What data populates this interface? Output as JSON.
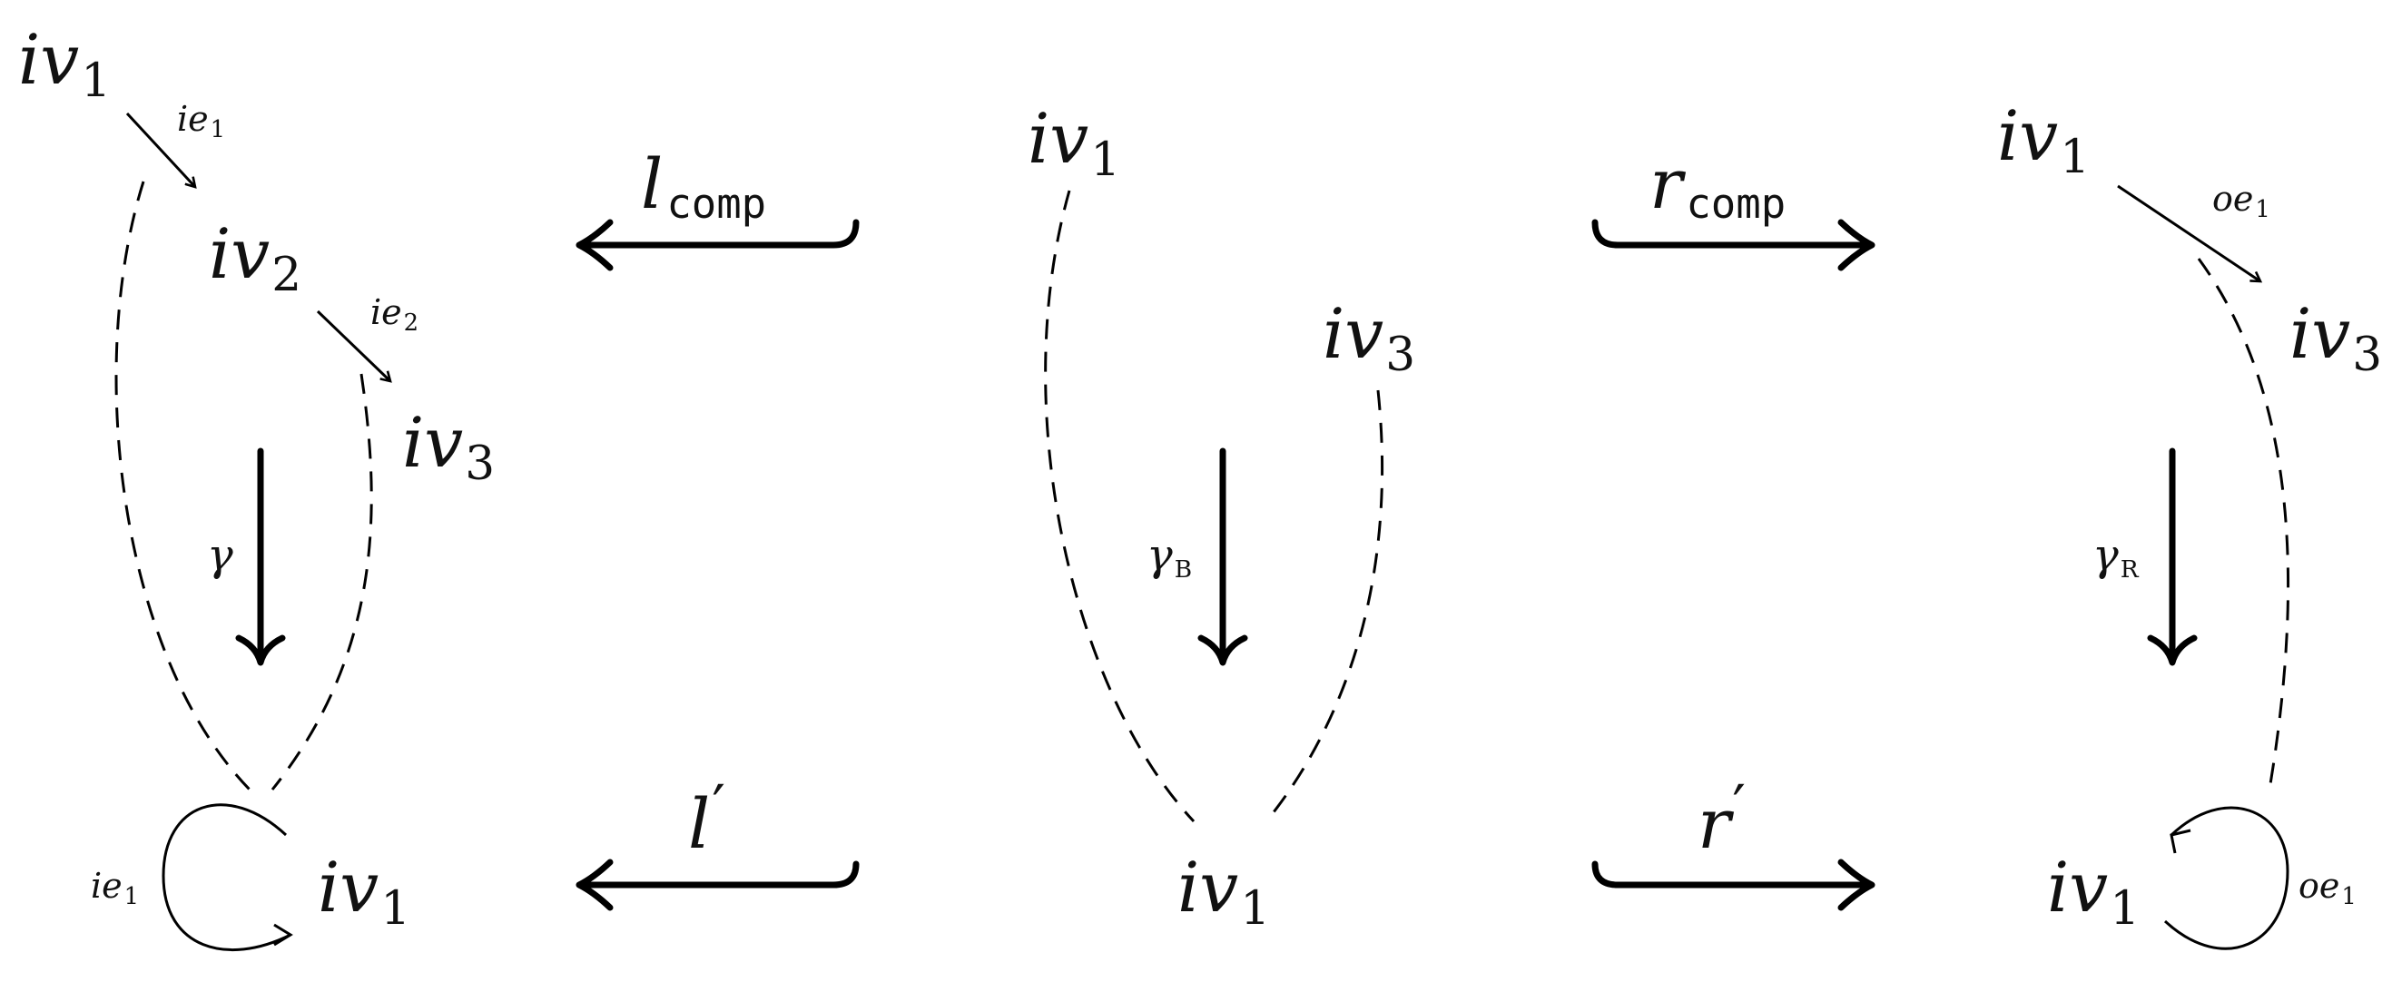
{
  "left_graph": {
    "node_top": {
      "base": "iv",
      "sub": "1"
    },
    "node_mid": {
      "base": "iv",
      "sub": "2"
    },
    "node_right": {
      "base": "iv",
      "sub": "3"
    },
    "edge_top": {
      "base": "ie",
      "sub": "1"
    },
    "edge_mid": {
      "base": "ie",
      "sub": "2"
    },
    "rewrite": "γ",
    "result_node": {
      "base": "iv",
      "sub": "1"
    },
    "loop": {
      "base": "ie",
      "sub": "1"
    }
  },
  "middle_graph": {
    "node_top": {
      "base": "iv",
      "sub": "1"
    },
    "node_right": {
      "base": "iv",
      "sub": "3"
    },
    "rewrite": {
      "base": "γ",
      "sub": "B"
    },
    "result_node": {
      "base": "iv",
      "sub": "1"
    }
  },
  "right_graph": {
    "node_top": {
      "base": "iv",
      "sub": "1"
    },
    "node_right": {
      "base": "iv",
      "sub": "3"
    },
    "edge": {
      "base": "oe",
      "sub": "1"
    },
    "rewrite": {
      "base": "γ",
      "sub": "R"
    },
    "result_node": {
      "base": "iv",
      "sub": "1"
    },
    "loop": {
      "base": "oe",
      "sub": "1"
    }
  },
  "morphisms": {
    "l_comp": {
      "base": "l",
      "sub": "comp"
    },
    "r_comp": {
      "base": "r",
      "sub": "comp"
    },
    "l_prime": {
      "base": "l",
      "prime": "′"
    },
    "r_prime": {
      "base": "r",
      "prime": "′"
    }
  }
}
